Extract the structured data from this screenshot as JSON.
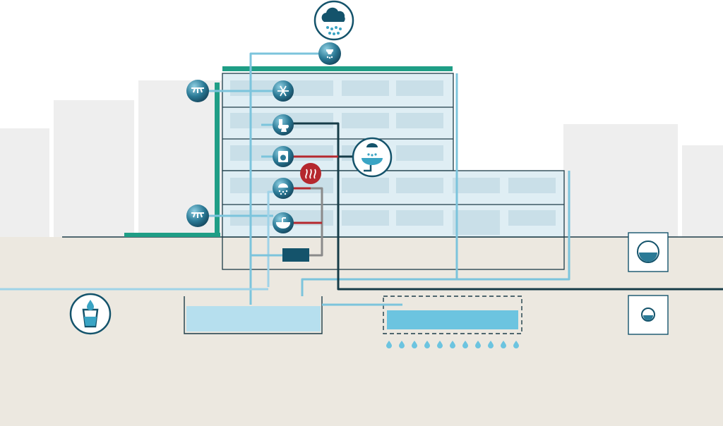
{
  "colors": {
    "sky": "#ffffff",
    "backgroundBuildings": "#eeeeee",
    "ground": "#ece8e0",
    "groundBorder": "#cfcac0",
    "buildingFill": "#dfeef4",
    "windowFill": "#c9dfe8",
    "outline": "#1d3c48",
    "roofGreen": "#1f9e86",
    "rainwaterPipe": "#7cc4dc",
    "greywaterPipe": "#9fd3e8",
    "wastewaterPipe": "#163c48",
    "hotLine": "#b5282e",
    "heatPipe": "#8a8a8a",
    "storageTank": "#b6dfee",
    "infiltrationTank": "#6cc4e0",
    "iconDark": "#14536b",
    "iconLight": "#ffffff"
  },
  "icons": [
    "rain-cloud-icon",
    "rain-collector-icon",
    "roof-sprinkler-icon",
    "facade-sprinkler-icon",
    "cooling-snowflake-icon",
    "toilet-icon",
    "washing-machine-icon",
    "heating-icon",
    "shower-icon",
    "washbasin-icon",
    "shower-sink-icon",
    "drinking-water-icon",
    "treatment-unit-icon",
    "water-level-high-icon",
    "water-level-low-icon"
  ],
  "layers": {
    "ground": "ground",
    "building": "building",
    "storage": "rainwater-storage-tank",
    "infiltration": "infiltration-tank",
    "percolation": "percolation-drops"
  }
}
